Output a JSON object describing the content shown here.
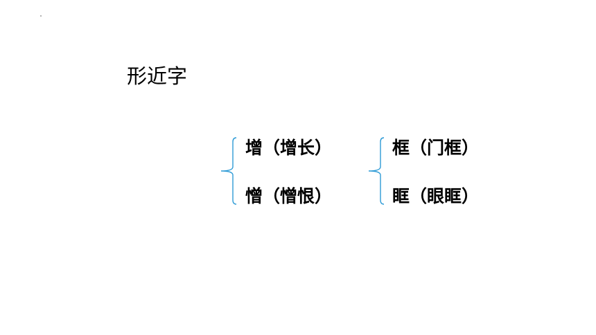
{
  "slide": {
    "title": "形近字"
  },
  "groups": [
    {
      "items": [
        {
          "text": "增（增长）"
        },
        {
          "text": "憎（憎恨）"
        }
      ]
    },
    {
      "items": [
        {
          "text": "框（门框）"
        },
        {
          "text": "眶（眼眶）"
        }
      ]
    }
  ],
  "colors": {
    "brace": "#2e9bd6",
    "text": "#000000",
    "background": "#ffffff"
  }
}
